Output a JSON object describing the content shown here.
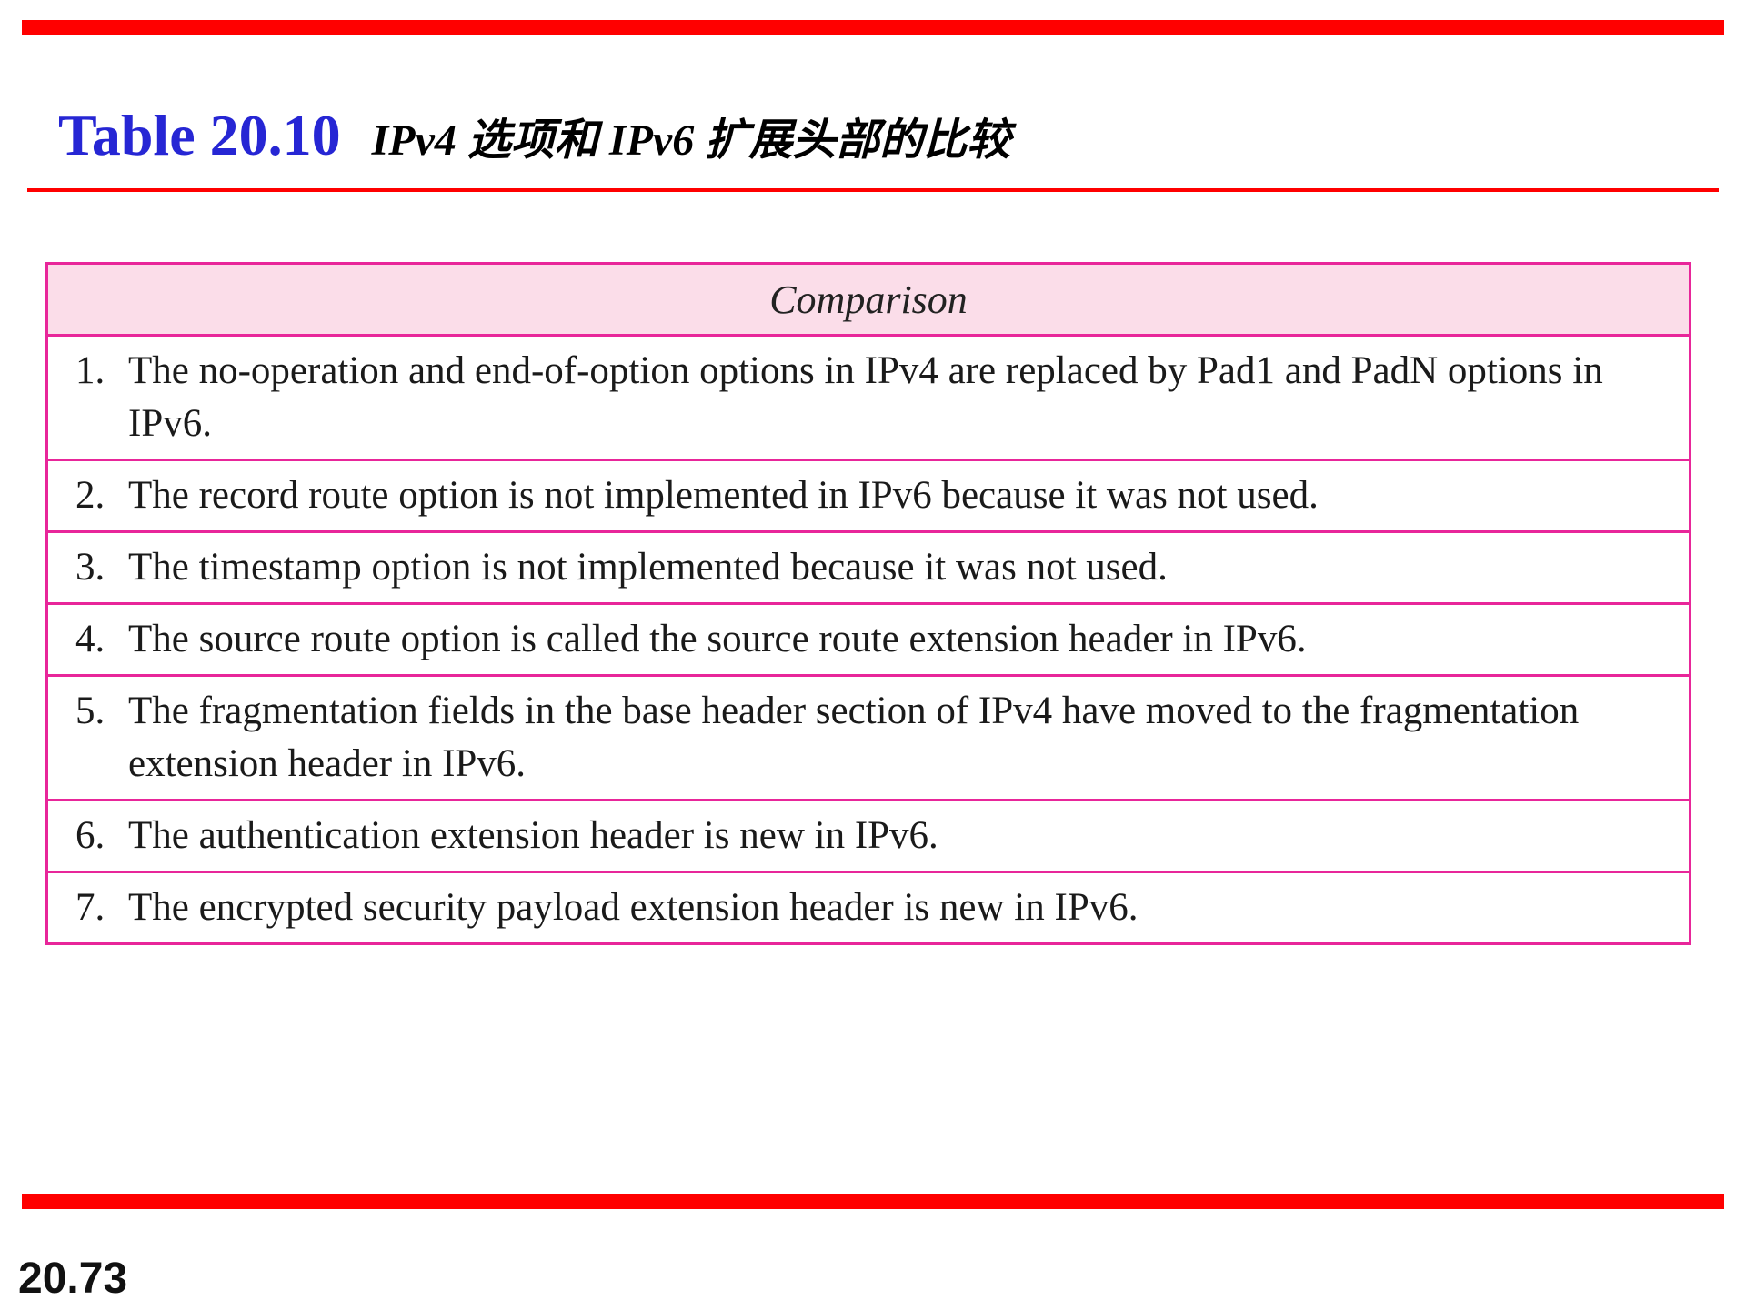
{
  "slide": {
    "table_label": "Table 20.10",
    "subtitle": "IPv4 选项和 IPv6 扩展头部的比较",
    "page_number": "20.73"
  },
  "table": {
    "header": "Comparison",
    "rows": [
      {
        "num": "1.",
        "text": "The no-operation and end-of-option options in IPv4 are replaced by Pad1 and PadN options in IPv6."
      },
      {
        "num": "2.",
        "text": "The record route option is not implemented in IPv6 because it was not used."
      },
      {
        "num": "3.",
        "text": "The timestamp option is not implemented because it was not used."
      },
      {
        "num": "4.",
        "text": "The source route option is called the source route extension header in IPv6."
      },
      {
        "num": "5.",
        "text": "The fragmentation fields in the base header section of IPv4 have moved to the fragmentation extension header in IPv6."
      },
      {
        "num": "6.",
        "text": "The authentication extension header is new in IPv6."
      },
      {
        "num": "7.",
        "text": "The encrypted security payload extension header is new in IPv6."
      }
    ]
  },
  "colors": {
    "accent_red": "#ff0000",
    "title_blue": "#2626d4",
    "table_border": "#e8269a",
    "header_fill": "#fbdde9"
  }
}
